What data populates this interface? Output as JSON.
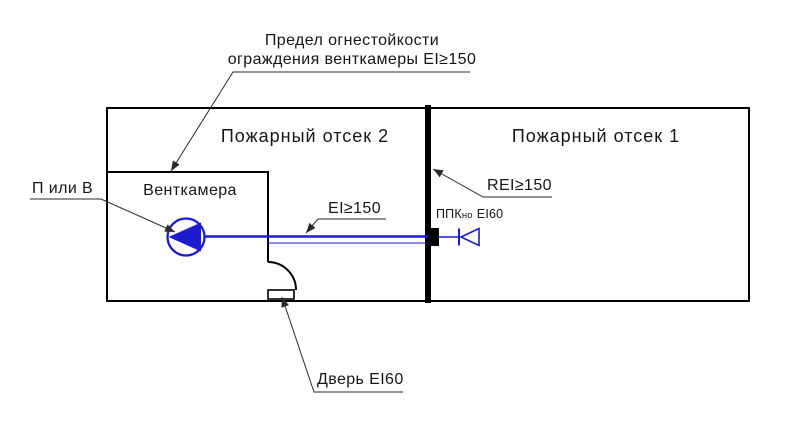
{
  "note_top": {
    "line1": "Предел огнестойкости",
    "line2": "ограждения венткамеры EI≥150"
  },
  "compartments": {
    "left": "Пожарный отсек 2",
    "right": "Пожарный отсек 1"
  },
  "vent_chamber_label": "Венткамера",
  "fan_label": "П или В",
  "duct_label": "EI≥150",
  "wall_label": "REI≥150",
  "damper_label": {
    "main": "ППК",
    "sub": "но",
    "rating": "EI60"
  },
  "door_label": "Дверь EI60",
  "colors": {
    "duct_blue": "#1c1cce",
    "line_black": "#000000",
    "leader_gray": "#2a2a2a"
  }
}
